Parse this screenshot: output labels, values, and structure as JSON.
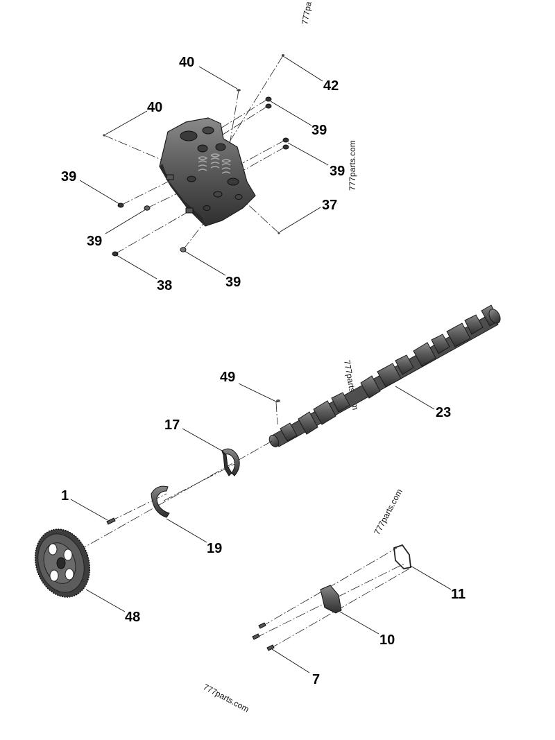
{
  "watermark": "777parts.com",
  "watermark_partial": "777pa",
  "callouts": {
    "c40a": "40",
    "c42": "42",
    "c40b": "40",
    "c39a": "39",
    "c39b": "39",
    "c39c": "39",
    "c37": "37",
    "c39d": "39",
    "c38": "38",
    "c39e": "39",
    "c49": "49",
    "c23": "23",
    "c17": "17",
    "c1": "1",
    "c19": "19",
    "c48": "48",
    "c11": "11",
    "c10": "10",
    "c7": "7"
  },
  "parts": {
    "cylinder_head": "cylinder-head",
    "camshaft": "camshaft",
    "gear": "camshaft-gear",
    "bearing_upper": "thrust-bearing-17",
    "bearing_lower": "thrust-bearing-19",
    "cover": "cover-plate-10",
    "gasket": "gasket-11"
  }
}
